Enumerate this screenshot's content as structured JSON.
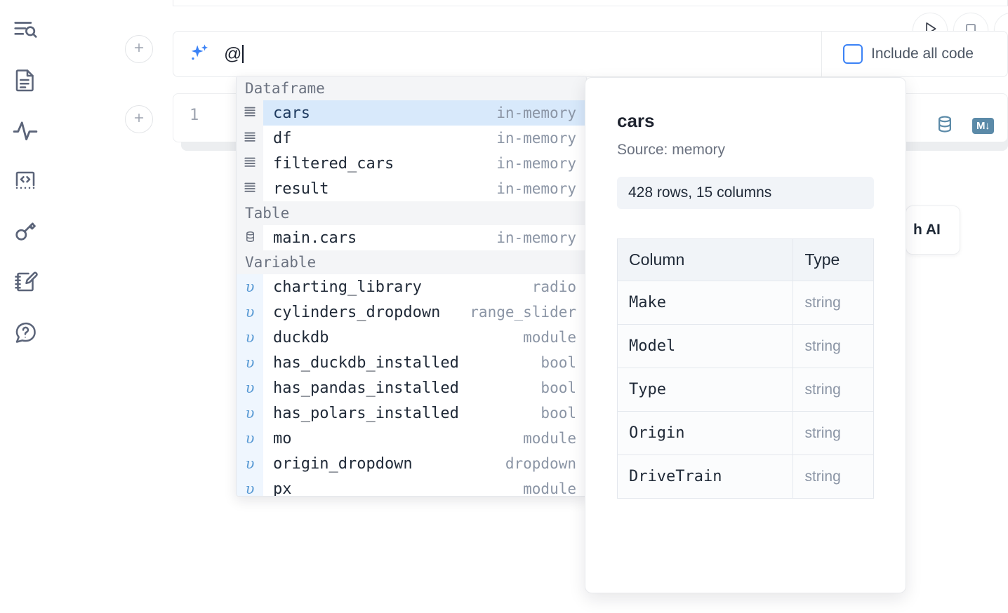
{
  "sidebar": {
    "items": [
      {
        "icon": "search-lines-icon",
        "name": "sidebar-item-explore"
      },
      {
        "icon": "document-icon",
        "name": "sidebar-item-notebook"
      },
      {
        "icon": "activity-pulse-icon",
        "name": "sidebar-item-activity"
      },
      {
        "icon": "code-brackets-icon",
        "name": "sidebar-item-snippets"
      },
      {
        "icon": "key-icon",
        "name": "sidebar-item-secrets"
      },
      {
        "icon": "notebook-pencil-icon",
        "name": "sidebar-item-scratchpad"
      },
      {
        "icon": "help-question-icon",
        "name": "sidebar-item-help"
      }
    ]
  },
  "run_controls": {
    "run_label": "run-button",
    "stop_label": "stop-button",
    "extra_label": "more-button"
  },
  "prompt": {
    "value": "@",
    "placeholder": "",
    "icon": "ai-sparkle-icon",
    "include_all_code_label": "Include all code",
    "include_all_code_checked": false
  },
  "code_cell": {
    "line_number": "1",
    "database_icon": "database-icon",
    "markdown_icon": "markdown-icon"
  },
  "ai_chip": {
    "label": "h AI"
  },
  "autocomplete": {
    "sections": [
      {
        "label": "Dataframe",
        "gutter_kind": "table-rows-icon",
        "items": [
          {
            "name": "cars",
            "type": "in-memory",
            "selected": true
          },
          {
            "name": "df",
            "type": "in-memory",
            "selected": false
          },
          {
            "name": "filtered_cars",
            "type": "in-memory",
            "selected": false
          },
          {
            "name": "result",
            "type": "in-memory",
            "selected": false
          }
        ]
      },
      {
        "label": "Table",
        "gutter_kind": "database-icon",
        "items": [
          {
            "name": "main.cars",
            "type": "in-memory",
            "selected": false
          }
        ]
      },
      {
        "label": "Variable",
        "gutter_kind": "variable-icon",
        "items": [
          {
            "name": "charting_library",
            "type": "radio",
            "selected": false
          },
          {
            "name": "cylinders_dropdown",
            "type": "range_slider",
            "selected": false
          },
          {
            "name": "duckdb",
            "type": "module",
            "selected": false
          },
          {
            "name": "has_duckdb_installed",
            "type": "bool",
            "selected": false
          },
          {
            "name": "has_pandas_installed",
            "type": "bool",
            "selected": false
          },
          {
            "name": "has_polars_installed",
            "type": "bool",
            "selected": false
          },
          {
            "name": "mo",
            "type": "module",
            "selected": false
          },
          {
            "name": "origin_dropdown",
            "type": "dropdown",
            "selected": false
          },
          {
            "name": "px",
            "type": "module",
            "selected": false
          }
        ]
      }
    ]
  },
  "preview": {
    "title": "cars",
    "source": "Source: memory",
    "stats": "428 rows, 15 columns",
    "headers": {
      "column": "Column",
      "type": "Type"
    },
    "rows": [
      {
        "column": "Make",
        "type": "string"
      },
      {
        "column": "Model",
        "type": "string"
      },
      {
        "column": "Type",
        "type": "string"
      },
      {
        "column": "Origin",
        "type": "string"
      },
      {
        "column": "DriveTrain",
        "type": "string"
      }
    ]
  },
  "colors": {
    "accent_blue": "#3b82f6",
    "selection_blue": "#d8e9fb",
    "icon_gray": "#5b6479",
    "text_dark": "#1f2430",
    "text_muted": "#8b95a5"
  }
}
